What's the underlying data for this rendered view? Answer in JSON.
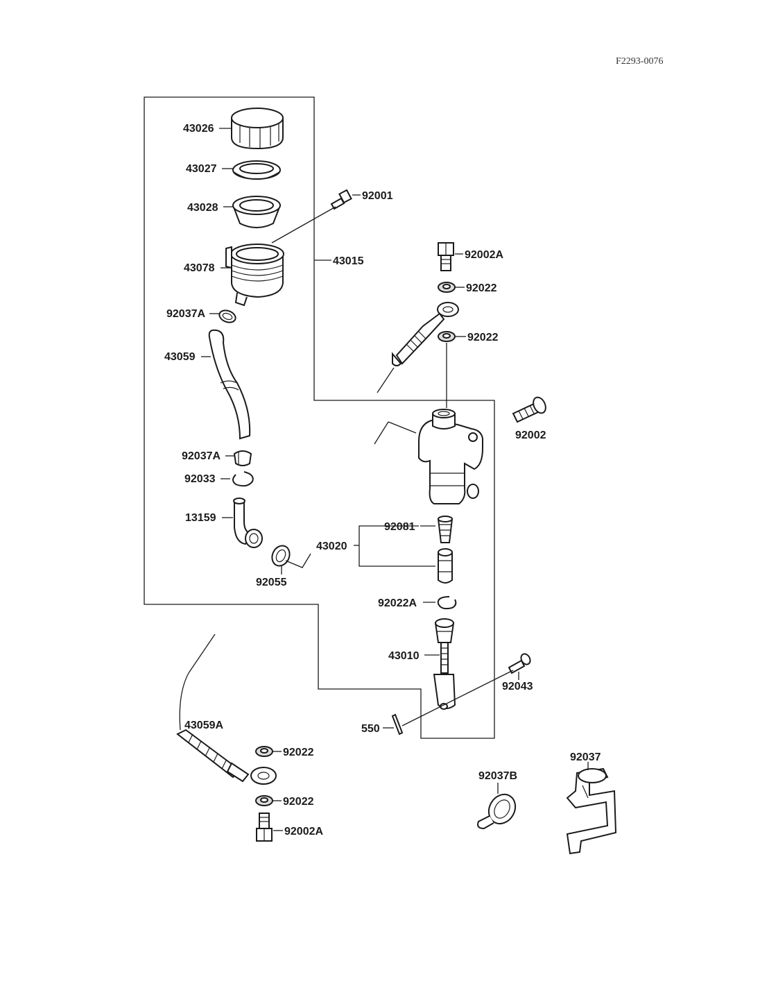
{
  "figure_code": "F2293-0076",
  "labels": {
    "p43026": "43026",
    "p43027": "43027",
    "p43028": "43028",
    "p92001": "92001",
    "p43078": "43078",
    "p43015": "43015",
    "p92002A_top": "92002A",
    "p92022_a": "92022",
    "p92022_b": "92022",
    "p92037A_top": "92037A",
    "p43059": "43059",
    "p92002": "92002",
    "p92037A_mid": "92037A",
    "p92033": "92033",
    "p13159": "13159",
    "p92081": "92081",
    "p43020": "43020",
    "p92055": "92055",
    "p92022A": "92022A",
    "p43010": "43010",
    "p92043": "92043",
    "p550": "550",
    "p43059A": "43059A",
    "p92022_c": "92022",
    "p92022_d": "92022",
    "p92002A_bot": "92002A",
    "p92037": "92037",
    "p92037B": "92037B"
  },
  "icons": [
    "reservoir-cap-icon",
    "diaphragm-icon",
    "diaphragm-plate-icon",
    "reservoir-icon",
    "bolt-icon",
    "hose-icon",
    "clamp-icon",
    "circlip-icon",
    "fitting-elbow-icon",
    "o-ring-icon",
    "banjo-hose-icon",
    "washer-icon",
    "master-cylinder-icon",
    "spring-icon",
    "piston-icon",
    "push-rod-icon",
    "cotter-pin-icon",
    "brake-hose-icon",
    "clip-icon",
    "bracket-clamp-icon"
  ]
}
